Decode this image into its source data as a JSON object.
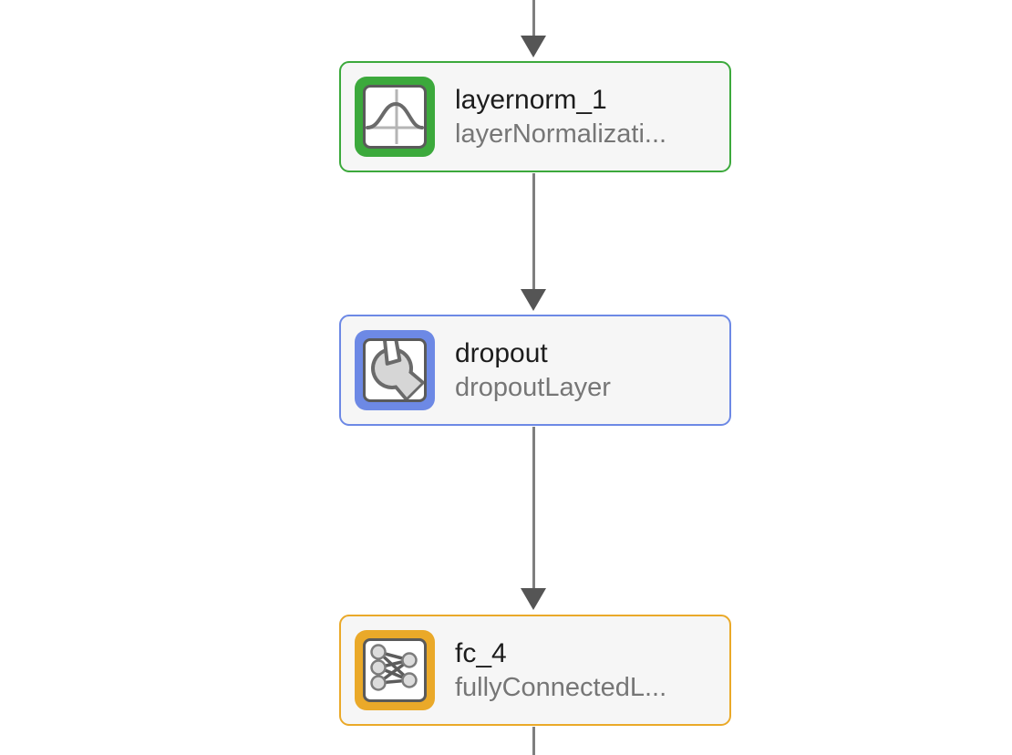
{
  "canvas": {
    "background_color": "#ffffff",
    "node_fill_color": "#f6f6f6",
    "connector_color": "#7f7f7f",
    "arrowhead_color": "#555555"
  },
  "nodes": [
    {
      "title": "layernorm_1",
      "subtitle": "layerNormalizati...",
      "accent": "#3CA93C",
      "icon": "bell-curve-icon"
    },
    {
      "title": "dropout",
      "subtitle": "dropoutLayer",
      "accent": "#6D89E5",
      "icon": "wrench-icon"
    },
    {
      "title": "fc_4",
      "subtitle": "fullyConnectedL...",
      "accent": "#EAA929",
      "icon": "network-icon"
    }
  ],
  "edges": [
    {
      "from": "above",
      "to": "layernorm_1",
      "arrowhead": true
    },
    {
      "from": "layernorm_1",
      "to": "dropout",
      "arrowhead": true
    },
    {
      "from": "dropout",
      "to": "fc_4",
      "arrowhead": true
    },
    {
      "from": "fc_4",
      "to": "below",
      "arrowhead": false
    }
  ]
}
